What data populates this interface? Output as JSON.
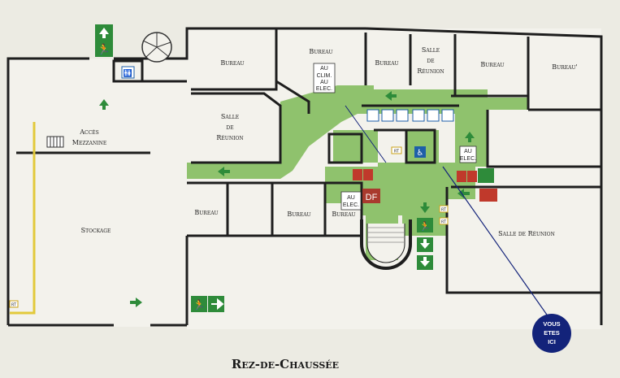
{
  "title": "Rez-de-Chaussée",
  "you_are_here": {
    "line1": "VOUS",
    "line2": "ETES",
    "line3": "ICI"
  },
  "rooms": {
    "bureau": "Bureau",
    "bureau_alt": "Bureau'",
    "salle": "Salle",
    "de": "de",
    "reunion": "Réunion",
    "salle_reunion": "Salle de Réunion",
    "acces": "Accès",
    "mezzanine": "Mezzanine",
    "stockage": "Stockage"
  },
  "tags": {
    "au": "AU",
    "clim": "CLIM.",
    "elec": "ELEC.",
    "df": "DF",
    "rt": "RT"
  },
  "colors": {
    "wall": "#1e1e1e",
    "floor": "#f3f2ec",
    "corridor": "#8fc26d",
    "exit": "#2e8b3a",
    "fire": "#c0392b",
    "here": "#13237a"
  },
  "icons": [
    "exit-sign-icon",
    "arrow-up-icon",
    "arrow-left-icon",
    "arrow-right-icon",
    "arrow-down-icon",
    "toilet-icon",
    "wheelchair-icon",
    "fire-extinguisher-icon",
    "fire-hose-icon",
    "spiral-stair-icon"
  ]
}
